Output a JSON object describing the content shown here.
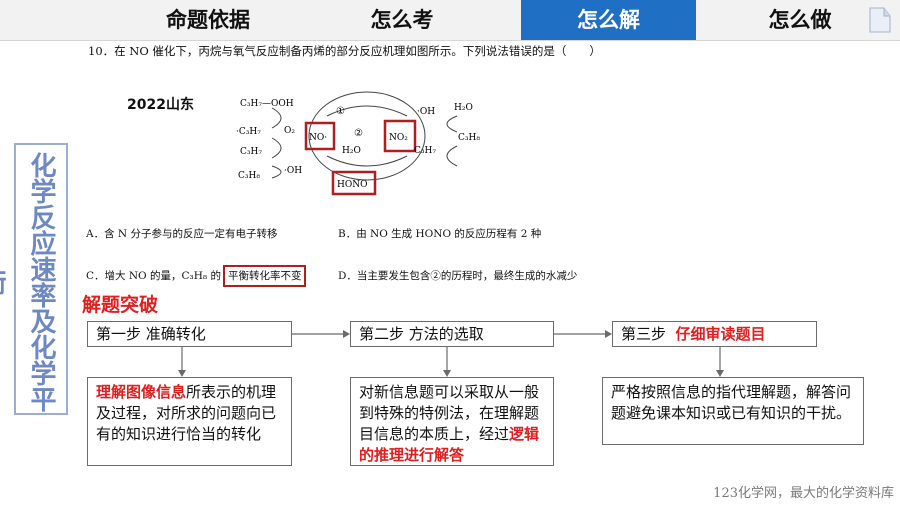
{
  "tabs": [
    {
      "label": "命题依据",
      "active": false
    },
    {
      "label": "怎么考",
      "active": false
    },
    {
      "label": "怎么解",
      "active": true
    },
    {
      "label": "怎么做",
      "active": false
    }
  ],
  "question": {
    "title": "10．在 NO 催化下，丙烷与氧气反应制备丙烯的部分反应机理如图所示。下列说法错误的是（　　）",
    "year_label": "2022山东",
    "diagram": {
      "labels": [
        "C₃H₇—OOH",
        "·C₃H₇",
        "O₂",
        "C₃H₇",
        "·OH",
        "C₃H₈",
        "NO·",
        "NO₂",
        "HONO",
        "H₂O",
        "·OH",
        "H₂O",
        "C₃H₇",
        "C₃H₈",
        "①",
        "②"
      ]
    },
    "options": {
      "a": "A．含 N 分子参与的反应一定有电子转移",
      "b": "B．由 NO 生成 HONO 的反应历程有 2 种",
      "c_prefix": "C．增大 NO 的量，C₃H₈ 的",
      "c_boxed": "平衡转化率不变",
      "d": "D．当主要发生包含②的历程时，最终生成的水减少"
    }
  },
  "side_title": "化学反应速率及化学平衡",
  "breakthrough_label": "解题突破",
  "steps": [
    {
      "prefix": "第一步  准确转化",
      "highlight": ""
    },
    {
      "prefix": "第二步  方法的选取",
      "highlight": ""
    },
    {
      "prefix": "第三步  ",
      "highlight": "仔细审读题目"
    }
  ],
  "descriptions": [
    {
      "highlight": "理解图像信息",
      "text": "所表示的机理及过程，对所求的问题向已有的知识进行恰当的转化"
    },
    {
      "text_before": "对新信息题可以采取从一般到特殊的特例法，在理解题目信息的本质上，经过",
      "highlight": "逻辑的推理进行解答"
    },
    {
      "text": "严格按照信息的指代理解题，解答问题避免课本知识或已有知识的干扰。"
    }
  ],
  "footer": "123化学网，最大的化学资料库",
  "colors": {
    "accent": "#1f6fc5",
    "highlight_red": "#e01f1f",
    "box_red": "#b01f1f",
    "side_blue": "#6e88c4"
  }
}
